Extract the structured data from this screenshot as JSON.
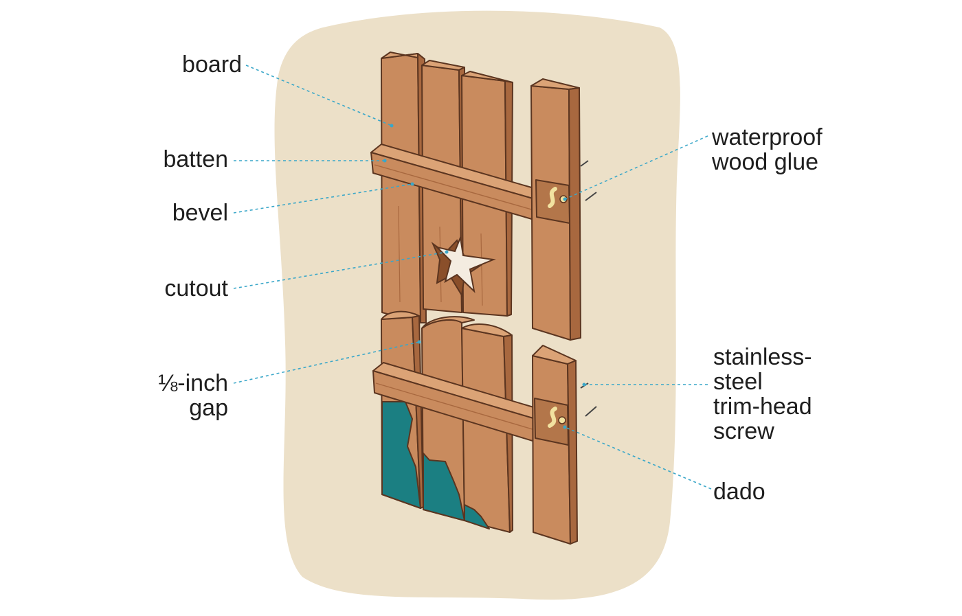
{
  "labels": {
    "board": "board",
    "batten": "batten",
    "bevel": "bevel",
    "cutout": "cutout",
    "gap": [
      "⅛-inch",
      "gap"
    ],
    "glue": [
      "waterproof",
      "wood glue"
    ],
    "screw": [
      "stainless-",
      "steel",
      "trim-head",
      "screw"
    ],
    "dado": "dado"
  },
  "colors": {
    "background_blob": "#ece0c8",
    "wood": "#c98b5e",
    "wood_light": "#d99c6c",
    "wood_dark": "#a8683f",
    "outline": "#5b3520",
    "paint_teal": "#1b7f82",
    "leader_line": "#3aa7c9",
    "glue": "#f2e2a0"
  }
}
